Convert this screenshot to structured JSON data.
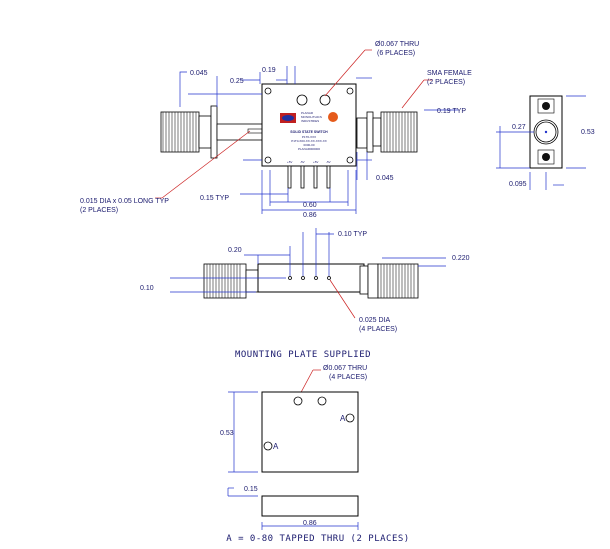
{
  "labels": {
    "thru_hole_top": "Ø0.067 THRU",
    "thru_hole_top_places": "(6 PLACES)",
    "dim_0045_left": "0.045",
    "dim_019": "0.19",
    "dim_025": "0.25",
    "sma_female": "SMA FEMALE",
    "sma_places": "(2 PLACES)",
    "dim_019_typ": "0.19 TYP",
    "pin_note": "0.015 DIA x 0.05 LONG TYP",
    "pin_note_places": "(2 PLACES)",
    "dim_015_typ": "0.15 TYP",
    "dim_0045_right": "0.045",
    "dim_060": "0.60",
    "dim_086_top": "0.86",
    "end_027": "0.27",
    "end_053": "0.53",
    "end_0095": "0.095",
    "dim_020": "0.20",
    "dim_010_typ": "0.10 TYP",
    "dim_0220": "0.220",
    "dim_010": "0.10",
    "pin_dia": "0.025 DIA",
    "pin_dia_places": "(4 PLACES)",
    "mount_title": "MOUNTING PLATE SUPPLIED",
    "mount_hole": "Ø0.067 THRU",
    "mount_hole_places": "(4 PLACES)",
    "mount_053": "0.53",
    "mount_A": "A",
    "mount_015": "0.15",
    "mount_086": "0.86",
    "tapped_note": "A = 0-80 TAPPED THRU (2 PLACES)"
  },
  "device_text": {
    "brand_line1": "PLANAR",
    "brand_line2": "MONOLITHICS",
    "brand_line3": "INDUSTRIES",
    "title": "SOLID STATE SWITCH",
    "line2": "P1T0-XXX",
    "line3": "P1T0-X00-XX-XX-XXX-XX",
    "line4": "0000-00",
    "line5": "PLANAR000000",
    "pin1": "+5V",
    "pin2": "-5V",
    "pin3": "+5V",
    "pin4": "-5V"
  }
}
